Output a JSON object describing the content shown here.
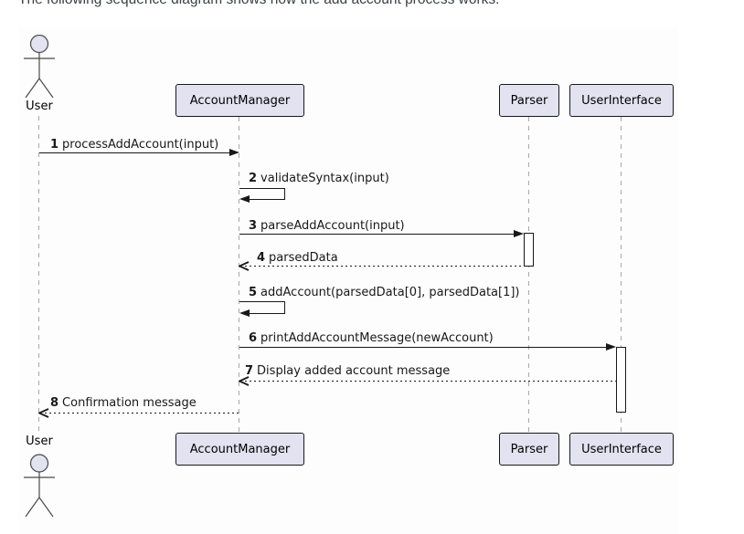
{
  "page": {
    "intro_text": "The following sequence diagram shows how the add account process works."
  },
  "diagram": {
    "type": "uml-sequence",
    "participants": [
      {
        "name": "User",
        "kind": "actor"
      },
      {
        "name": "AccountManager",
        "kind": "participant"
      },
      {
        "name": "Parser",
        "kind": "participant"
      },
      {
        "name": "UserInterface",
        "kind": "participant"
      }
    ],
    "messages": [
      {
        "num": "1",
        "text": "processAddAccount(input)",
        "from": "User",
        "to": "AccountManager",
        "line": "solid"
      },
      {
        "num": "2",
        "text": "validateSyntax(input)",
        "from": "AccountManager",
        "to": "AccountManager",
        "line": "solid-self"
      },
      {
        "num": "3",
        "text": "parseAddAccount(input)",
        "from": "AccountManager",
        "to": "Parser",
        "line": "solid"
      },
      {
        "num": "4",
        "text": "parsedData",
        "from": "Parser",
        "to": "AccountManager",
        "line": "dashed"
      },
      {
        "num": "5",
        "text": "addAccount(parsedData[0], parsedData[1])",
        "from": "AccountManager",
        "to": "AccountManager",
        "line": "solid-self"
      },
      {
        "num": "6",
        "text": "printAddAccountMessage(newAccount)",
        "from": "AccountManager",
        "to": "UserInterface",
        "line": "solid"
      },
      {
        "num": "7",
        "text": "Display added account message",
        "from": "UserInterface",
        "to": "AccountManager",
        "line": "dashed"
      },
      {
        "num": "8",
        "text": "Confirmation message",
        "from": "AccountManager",
        "to": "User",
        "line": "dashed"
      }
    ],
    "colors": {
      "participant_fill": "#E2E2F0",
      "participant_border": "#181818",
      "arrow": "#181818",
      "lifeline": "#A8A8A8",
      "intro_text": "#3B4045"
    }
  }
}
